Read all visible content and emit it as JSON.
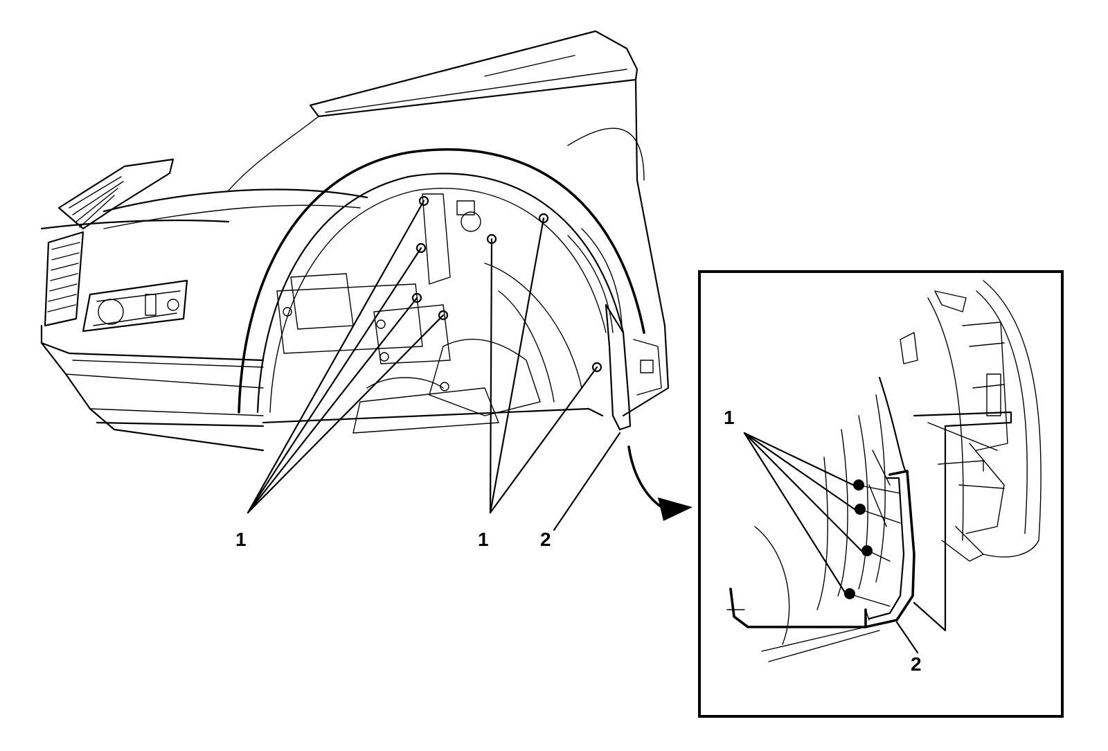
{
  "diagram": {
    "callouts": {
      "main_left": "1",
      "main_right": "1",
      "main_liner": "2",
      "detail_fasteners": "1",
      "detail_liner": "2"
    },
    "colors": {
      "line": "#000000",
      "background": "#ffffff"
    },
    "icons": [
      "curved-arrow-icon"
    ]
  }
}
